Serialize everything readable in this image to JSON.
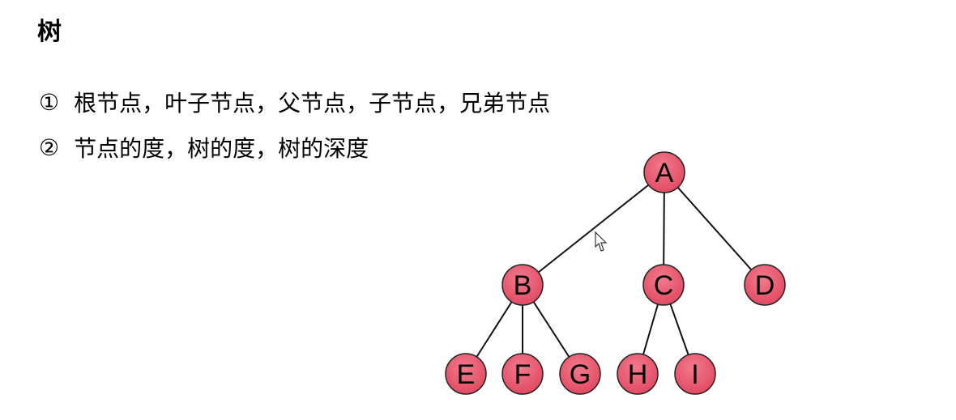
{
  "title": "树",
  "items": [
    {
      "marker": "①",
      "text": "根节点，叶子节点，父节点，子节点，兄弟节点"
    },
    {
      "marker": "②",
      "text": "节点的度，树的度，树的深度"
    }
  ],
  "tree": {
    "node_color": "#ec5a70",
    "nodes": [
      "A",
      "B",
      "C",
      "D",
      "E",
      "F",
      "G",
      "H",
      "I"
    ],
    "edges": [
      [
        "A",
        "B"
      ],
      [
        "A",
        "C"
      ],
      [
        "A",
        "D"
      ],
      [
        "B",
        "E"
      ],
      [
        "B",
        "F"
      ],
      [
        "B",
        "G"
      ],
      [
        "C",
        "H"
      ],
      [
        "C",
        "I"
      ]
    ]
  }
}
